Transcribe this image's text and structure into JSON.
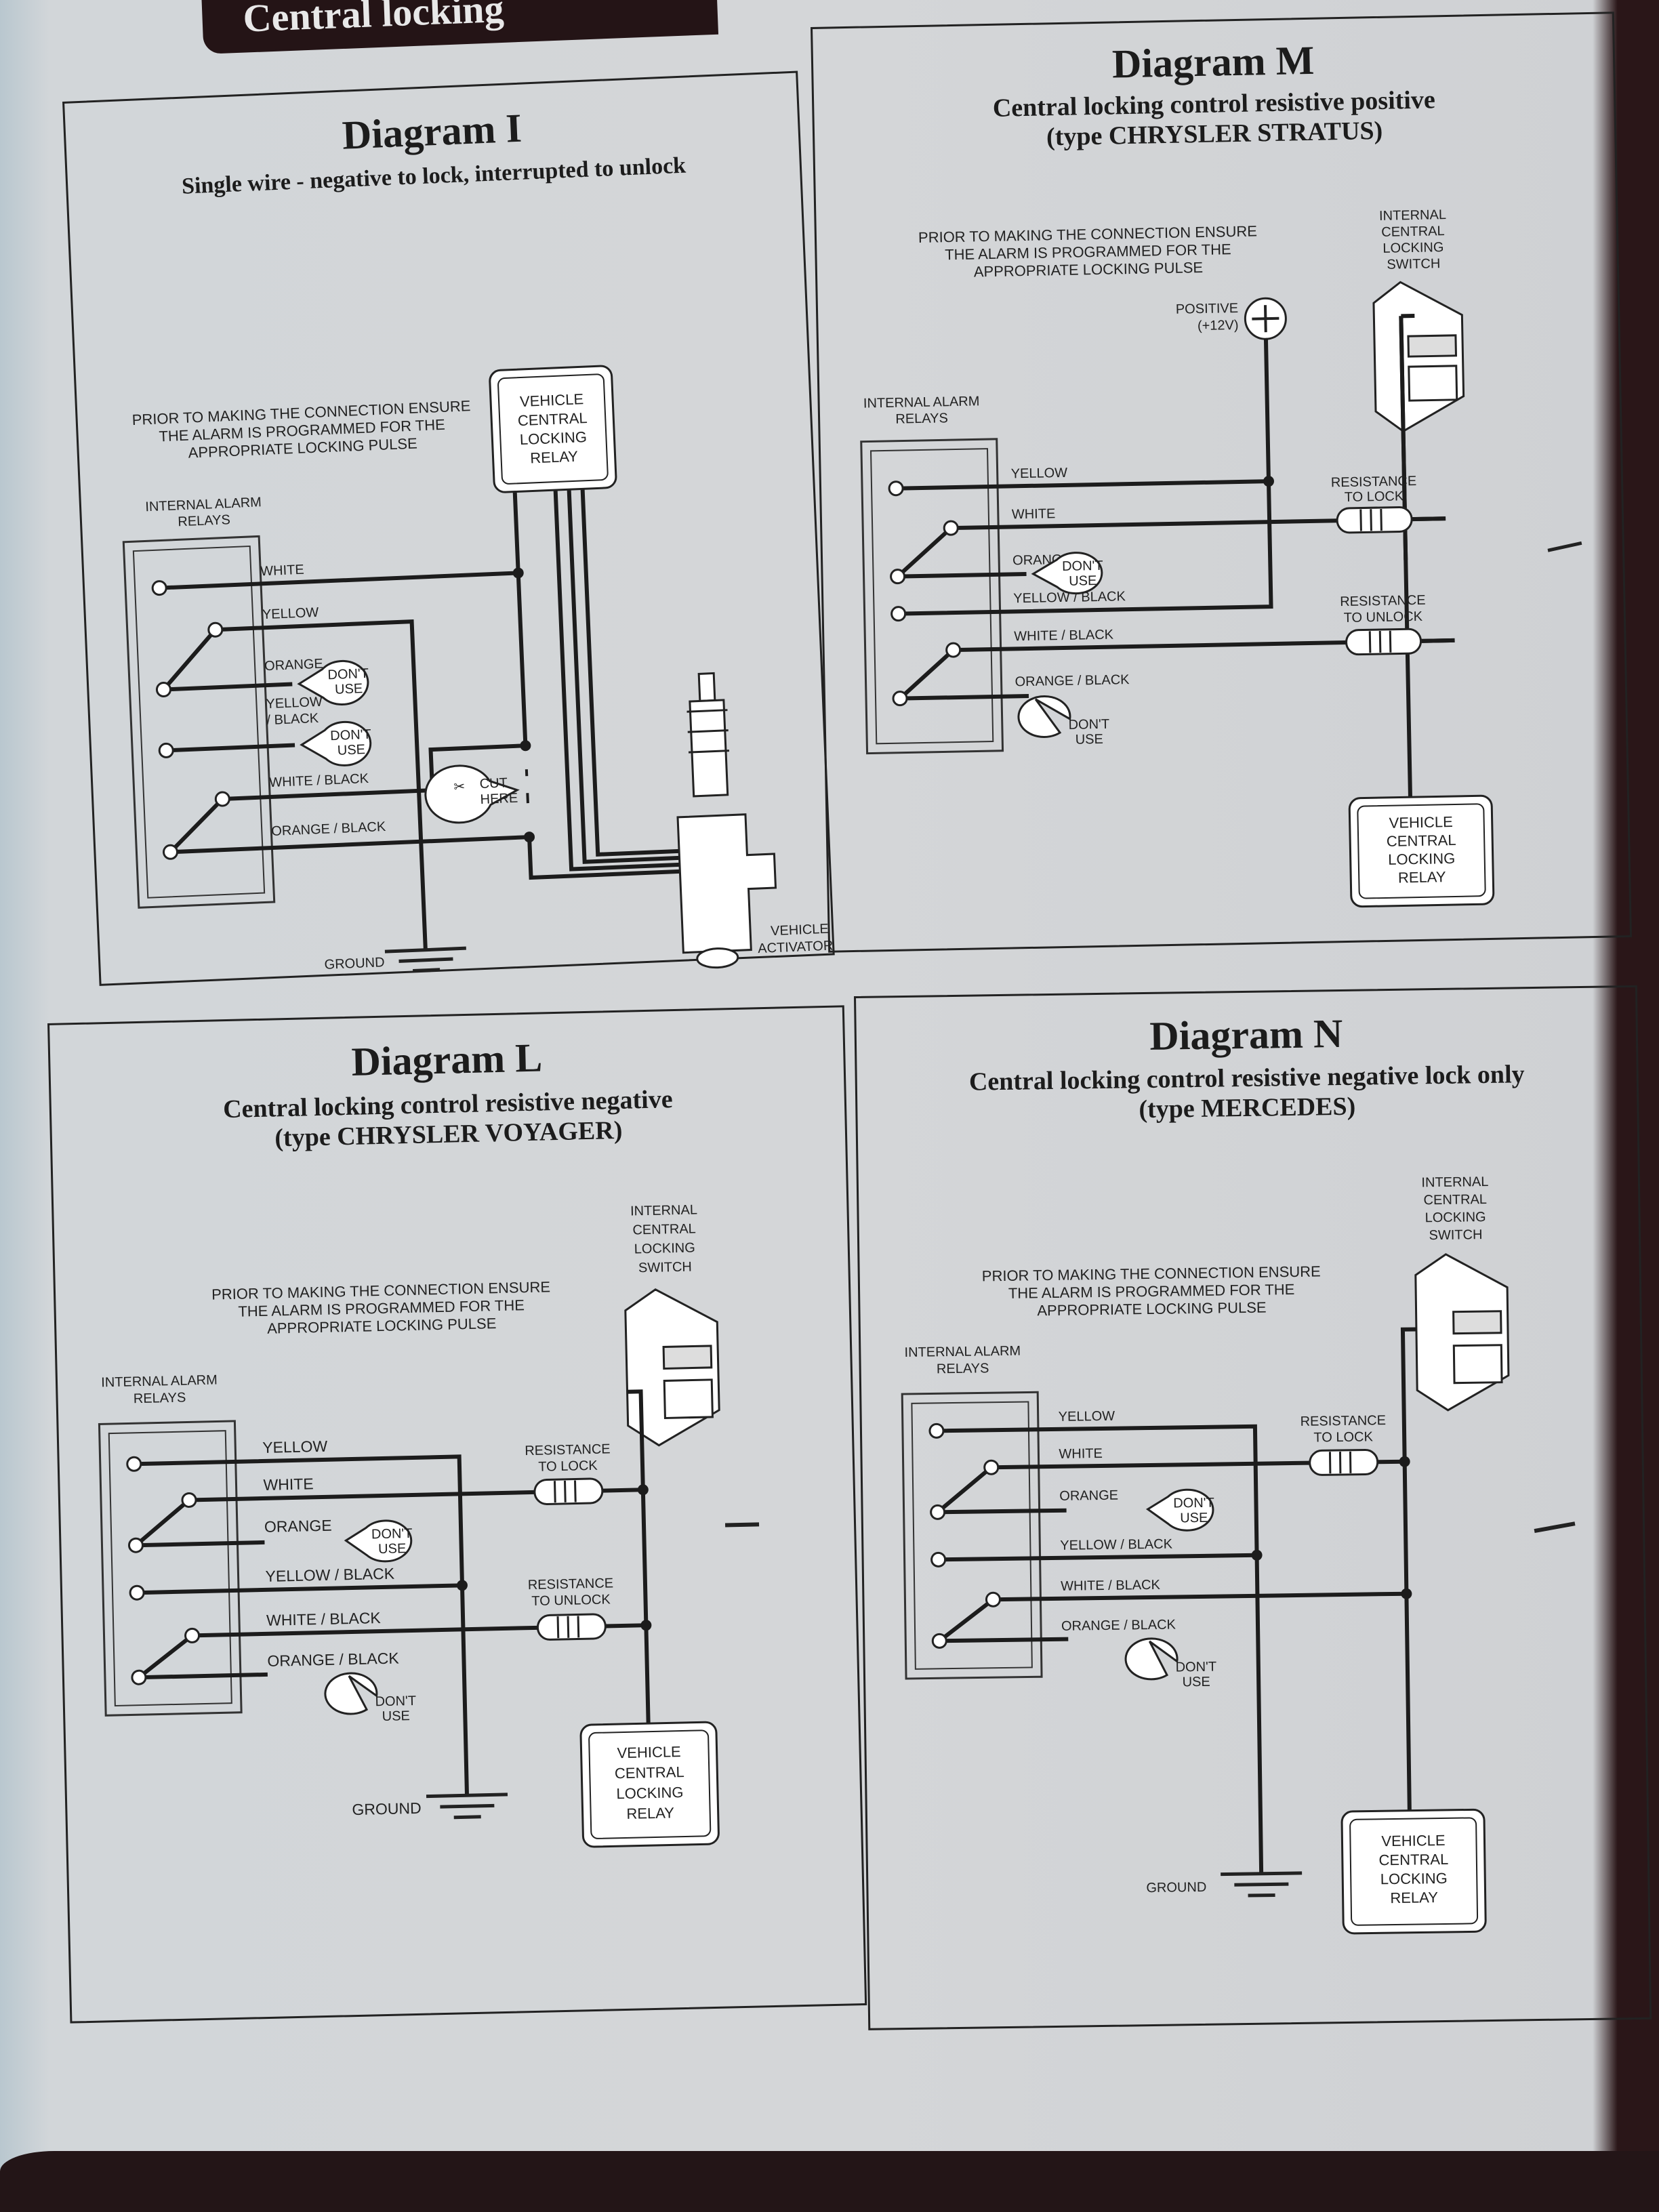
{
  "header": {
    "title": "Central locking"
  },
  "common": {
    "notice": [
      "PRIOR TO MAKING THE CONNECTION ENSURE",
      "THE ALARM IS PROGRAMMED FOR THE",
      "APPROPRIATE LOCKING PULSE"
    ],
    "relays_label": [
      "INTERNAL ALARM",
      "RELAYS"
    ],
    "dont_use": [
      "DON'T",
      "USE"
    ],
    "ground": "GROUND",
    "vehicle_relay": [
      "VEHICLE",
      "CENTRAL",
      "LOCKING",
      "RELAY"
    ],
    "internal_switch": [
      "INTERNAL",
      "CENTRAL",
      "LOCKING",
      "SWITCH"
    ],
    "res_lock": [
      "RESISTANCE",
      "TO LOCK"
    ],
    "res_unlock": [
      "RESISTANCE",
      "TO UNLOCK"
    ]
  },
  "diagrams": {
    "i": {
      "title": "Diagram I",
      "subtitle": "Single wire - negative to lock, interrupted to unlock",
      "wires": [
        "WHITE",
        "YELLOW",
        "ORANGE",
        "YELLOW",
        "/ BLACK",
        "WHITE / BLACK",
        "ORANGE / BLACK"
      ],
      "cut_here": [
        "CUT",
        "HERE"
      ],
      "activator": [
        "VEHICLE",
        "ACTIVATOR"
      ]
    },
    "m": {
      "title": "Diagram M",
      "subtitle_1": "Central locking control resistive positive",
      "subtitle_2": "(type CHRYSLER STRATUS)",
      "positive": [
        "POSITIVE",
        "(+12V)"
      ],
      "wires": [
        "YELLOW",
        "WHITE",
        "ORANGE",
        "YELLOW / BLACK",
        "WHITE / BLACK",
        "ORANGE / BLACK"
      ]
    },
    "l": {
      "title": "Diagram L",
      "subtitle_1": "Central locking control resistive negative",
      "subtitle_2": "(type CHRYSLER VOYAGER)",
      "wires": [
        "YELLOW",
        "WHITE",
        "ORANGE",
        "YELLOW / BLACK",
        "WHITE / BLACK",
        "ORANGE / BLACK"
      ],
      "polarity": "—"
    },
    "n": {
      "title": "Diagram N",
      "subtitle_1": "Central locking control resistive negative lock only",
      "subtitle_2": "(type MERCEDES)",
      "wires": [
        "YELLOW",
        "WHITE",
        "ORANGE",
        "YELLOW / BLACK",
        "WHITE / BLACK",
        "ORANGE / BLACK"
      ]
    }
  }
}
